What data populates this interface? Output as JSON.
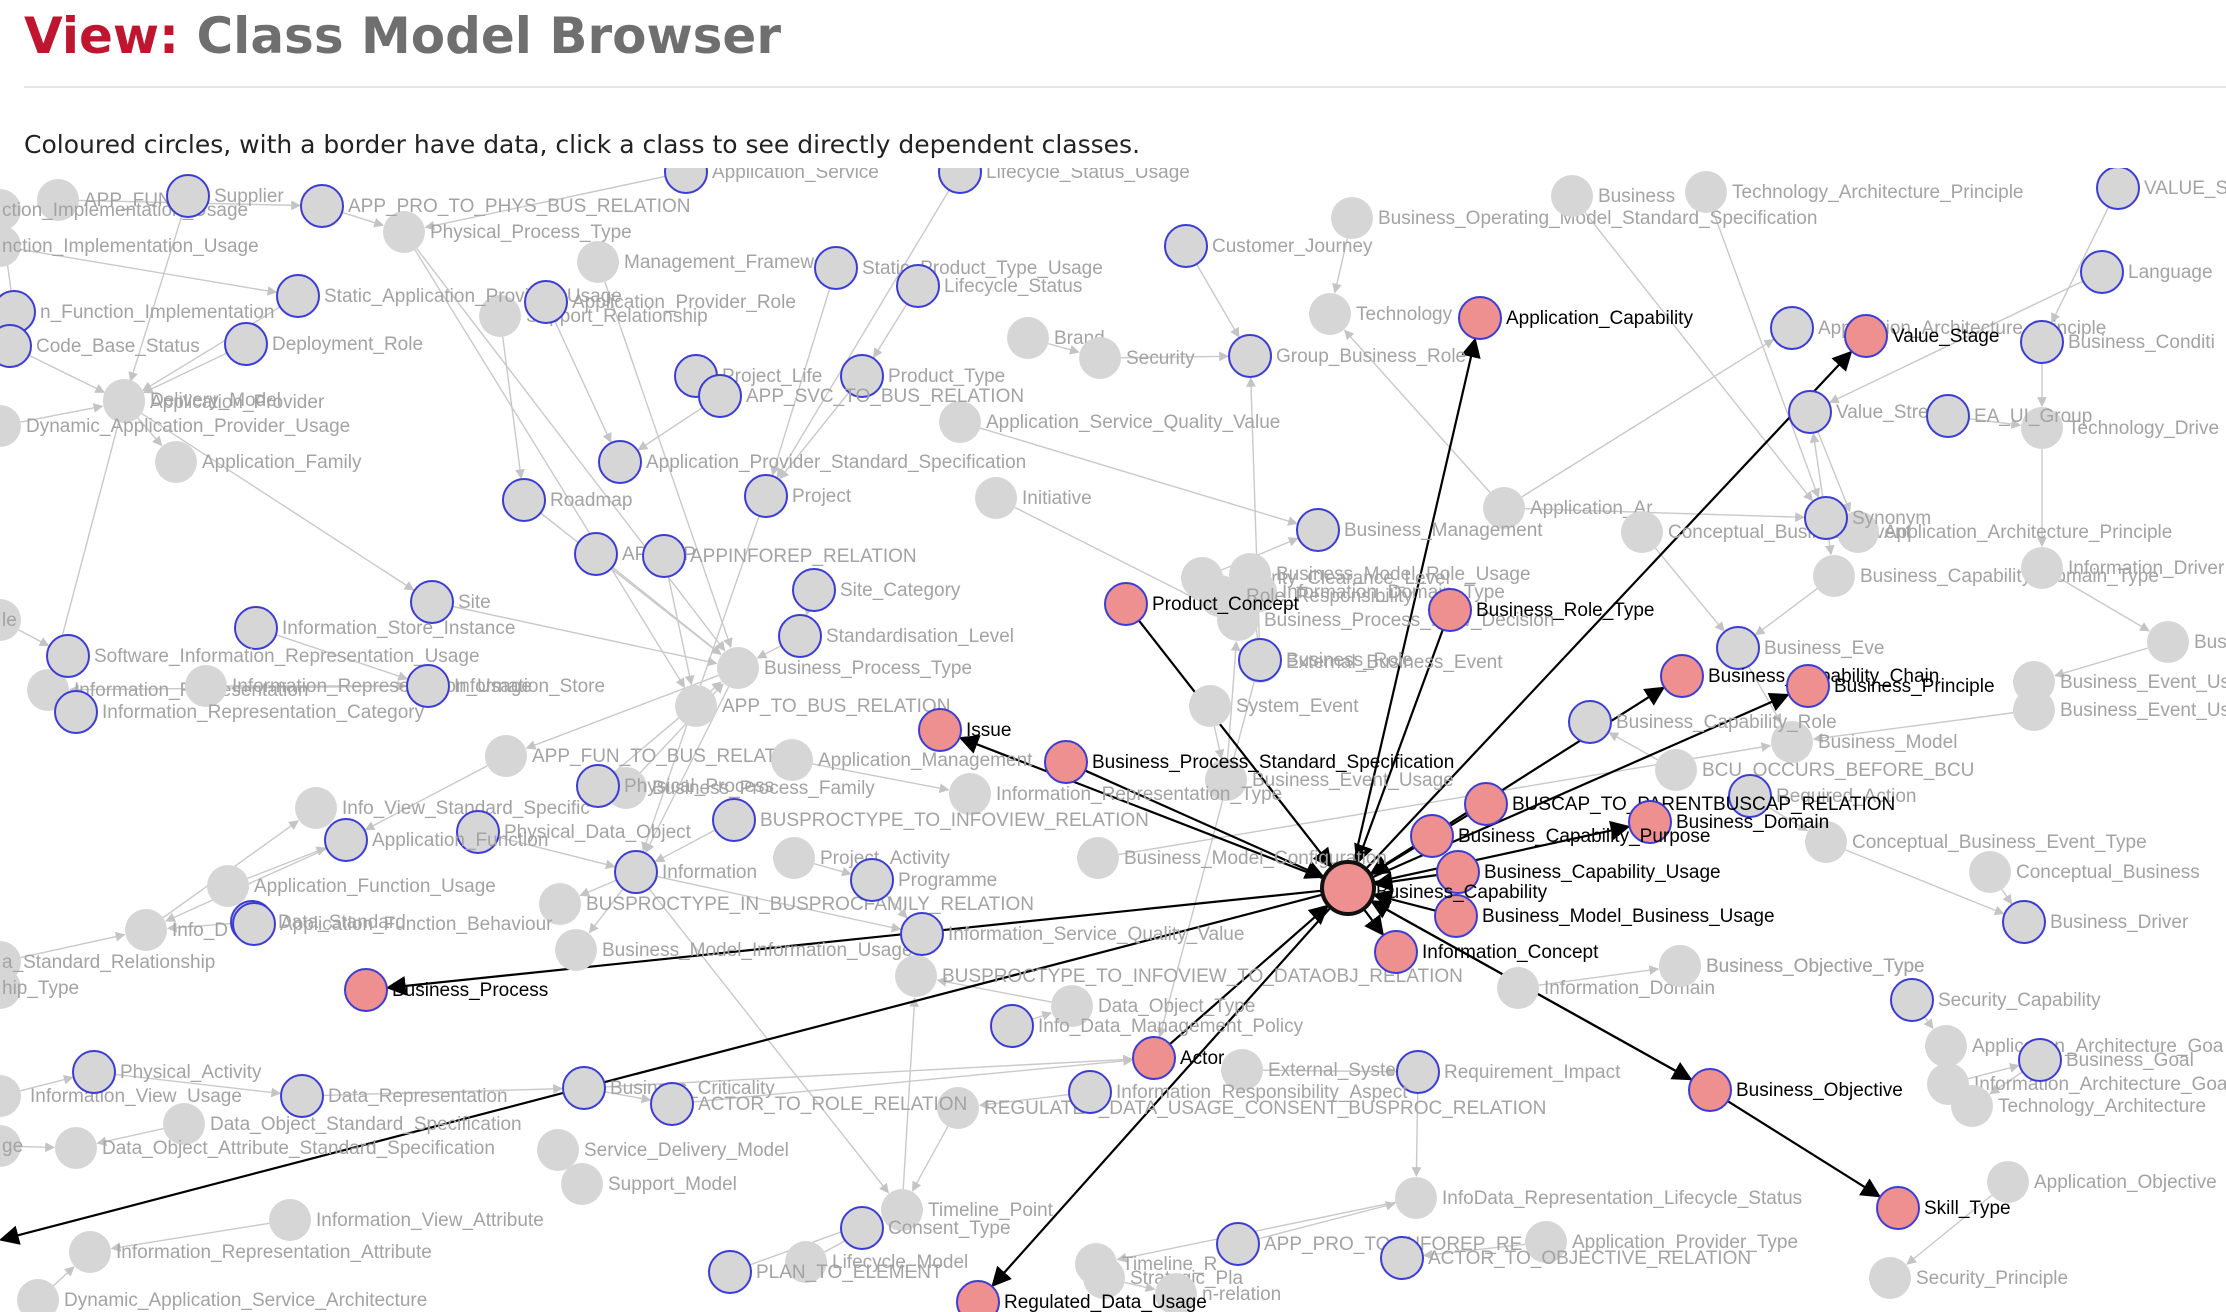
{
  "header": {
    "view_prefix": "View:",
    "view_name": "Class Model Browser",
    "instructions": "Coloured circles, with a border have data, click a class to see directly dependent classes."
  },
  "colors": {
    "accent": "#c0152f",
    "node_plain": "#d6d6d6",
    "node_border": "#3b3bd6",
    "node_selected": "#ee9090",
    "edge_muted": "#c9c9c9",
    "edge_active": "#000000"
  },
  "selected_class": "Business_Capability",
  "nodes": [
    {
      "id": "Business_Capability",
      "label": "Business_Capability",
      "state": "selected",
      "size": "xl"
    },
    {
      "id": "Application_Capability",
      "label": "Application_Capability",
      "state": "related"
    },
    {
      "id": "Value_Stage",
      "label": "Value_Stage",
      "state": "related"
    },
    {
      "id": "Product_Concept",
      "label": "Product_Concept",
      "state": "related"
    },
    {
      "id": "Business_Role_Type",
      "label": "Business_Role_Type",
      "state": "related"
    },
    {
      "id": "Business_Capability_Chain",
      "label": "Business_Capability_Chain",
      "state": "related"
    },
    {
      "id": "Business_Principle",
      "label": "Business_Principle",
      "state": "related"
    },
    {
      "id": "Issue",
      "label": "Issue",
      "state": "related"
    },
    {
      "id": "Business_Process_Standard_Specification",
      "label": "Business_Process_Standard_Specification",
      "state": "related"
    },
    {
      "id": "BUSCAP_TO_PARENTBUSCAP_RELATION",
      "label": "BUSCAP_TO_PARENTBUSCAP_RELATION",
      "state": "related"
    },
    {
      "id": "Business_Domain",
      "label": "Business_Domain",
      "state": "related"
    },
    {
      "id": "Business_Capability_Purpose",
      "label": "Business_Capability_Purpose",
      "state": "related"
    },
    {
      "id": "Business_Capability_Usage",
      "label": "Business_Capability_Usage",
      "state": "related"
    },
    {
      "id": "Business_Model_Business_Usage",
      "label": "Business_Model_Business_Usage",
      "state": "related"
    },
    {
      "id": "Information_Concept",
      "label": "Information_Concept",
      "state": "related"
    },
    {
      "id": "Business_Process",
      "label": "Business_Process",
      "state": "related"
    },
    {
      "id": "Actor",
      "label": "Actor",
      "state": "related"
    },
    {
      "id": "Business_Objective",
      "label": "Business_Objective",
      "state": "related"
    },
    {
      "id": "Skill_Type",
      "label": "Skill_Type",
      "state": "related"
    },
    {
      "id": "Regulated_Data_Usage",
      "label": "Regulated_Data_Usage",
      "state": "related"
    },
    {
      "id": "Application_Service",
      "label": "Application_Service",
      "state": "data"
    },
    {
      "id": "Lifecycle_Status_Usage",
      "label": "Lifecycle_Status_Usage",
      "state": "data"
    },
    {
      "id": "VALUE_S",
      "label": "VALUE_S",
      "state": "data"
    },
    {
      "id": "APP_FUN",
      "label": "APP_FUN",
      "state": "plain"
    },
    {
      "id": "Supplier",
      "label": "Supplier",
      "state": "data"
    },
    {
      "id": "APP_PRO_TO_PHYS_BUS_RELATION",
      "label": "APP_PRO_TO_PHYS_BUS_RELATION",
      "state": "data"
    },
    {
      "id": "Physical_Process_Type",
      "label": "Physical_Process_Type",
      "state": "plain"
    },
    {
      "id": "Business_Operating_Model_Standard_Specification",
      "label": "Business_Operating_Model_Standard_Specification",
      "state": "plain"
    },
    {
      "id": "Business",
      "label": "Business",
      "state": "plain"
    },
    {
      "id": "Technology_Architecture_Principle",
      "label": "Technology_Architecture_Principle",
      "state": "plain"
    },
    {
      "id": "Function_Implementation_Usage",
      "label": "ction_Implementation_Usage",
      "state": "plain"
    },
    {
      "id": "Function_Implementation_Usage_2",
      "label": "nction_Implementation_Usage",
      "state": "plain"
    },
    {
      "id": "Customer_Journey",
      "label": "Customer_Journey",
      "state": "data"
    },
    {
      "id": "Management_Framework",
      "label": "Management_Framework",
      "state": "plain"
    },
    {
      "id": "Static_Product_Type_Usage",
      "label": "Static_Product_Type_Usage",
      "state": "data"
    },
    {
      "id": "Language",
      "label": "Language",
      "state": "data"
    },
    {
      "id": "Function_Implementation",
      "label": "n_Function_Implementation",
      "state": "data"
    },
    {
      "id": "Static_Application_Provider_Usage",
      "label": "Static_Application_Provider_Usage",
      "state": "data"
    },
    {
      "id": "Lifecycle_Status",
      "label": "Lifecycle_Status",
      "state": "data"
    },
    {
      "id": "Application_Provider_Role",
      "label": "Application_Provider_Role",
      "state": "data"
    },
    {
      "id": "Supplier_Support_Relationship",
      "label": "Support_Relationship",
      "state": "plain"
    },
    {
      "id": "Technology",
      "label": "Technology",
      "state": "plain"
    },
    {
      "id": "Application_Architecture_Principle",
      "label": "Application_Architecture_Principle",
      "state": "data"
    },
    {
      "id": "Business_Condition",
      "label": "Business_Conditi",
      "state": "data"
    },
    {
      "id": "Code_Base_Status",
      "label": "Code_Base_Status",
      "state": "data"
    },
    {
      "id": "Deployment_Role",
      "label": "Deployment_Role",
      "state": "data"
    },
    {
      "id": "Brand",
      "label": "Brand",
      "state": "plain"
    },
    {
      "id": "Security",
      "label": "Security",
      "state": "plain"
    },
    {
      "id": "Group_Business_Role",
      "label": "Group_Business_Role",
      "state": "data"
    },
    {
      "id": "Delivery_Model",
      "label": "Delivery_Model",
      "state": "plain"
    },
    {
      "id": "Application_Provider",
      "label": "Application_Provider",
      "state": "plain"
    },
    {
      "id": "Project_Lifecycle_Status",
      "label": "Project_Life",
      "state": "data"
    },
    {
      "id": "Product_Type",
      "label": "Product_Type",
      "state": "data"
    },
    {
      "id": "APP_SVC_TO_BUS_RELATION",
      "label": "APP_SVC_TO_BUS_RELATION",
      "state": "data"
    },
    {
      "id": "Value_Stream",
      "label": "Value_Stre",
      "state": "data"
    },
    {
      "id": "EA_UI_Group",
      "label": "EA_UI_Group",
      "state": "data"
    },
    {
      "id": "Technology_Drive",
      "label": "Technology_Drive",
      "state": "plain"
    },
    {
      "id": "Dynamic_Application_Provider_Usage",
      "label": "Dynamic_Application_Provider_Usage",
      "state": "plain"
    },
    {
      "id": "Application_Service_Quality_Value",
      "label": "Application_Service_Quality_Value",
      "state": "plain"
    },
    {
      "id": "Application_Family",
      "label": "Application_Family",
      "state": "plain"
    },
    {
      "id": "Application_Provider_Standard_Specification",
      "label": "Application_Provider_Standard_Specification",
      "state": "data"
    },
    {
      "id": "Roadmap",
      "label": "Roadmap",
      "state": "data"
    },
    {
      "id": "Project",
      "label": "Project",
      "state": "data"
    },
    {
      "id": "Initiative",
      "label": "Initiative",
      "state": "plain"
    },
    {
      "id": "Application_Architecture",
      "label": "Application_Ar",
      "state": "plain"
    },
    {
      "id": "Synonym",
      "label": "Synonym",
      "state": "data"
    },
    {
      "id": "Business_Management",
      "label": "Business_Management",
      "state": "data"
    },
    {
      "id": "Conceptual_Business_Event",
      "label": "Conceptual_Business_Event",
      "state": "plain"
    },
    {
      "id": "APP_APP_TO_BUS_RELATION",
      "label": "APP_AP",
      "state": "data"
    },
    {
      "id": "APPINFOREP_RELATION",
      "label": "APPINFOREP_RELATION",
      "state": "data"
    },
    {
      "id": "Security_Clearance_Level",
      "label": "Security_Clearance_Level",
      "state": "plain"
    },
    {
      "id": "Business_Model_Role_Usage",
      "label": "Business_Model_Role_Usage",
      "state": "plain"
    },
    {
      "id": "Information_Domain_Type",
      "label": "Information_Domain_Type",
      "state": "plain"
    },
    {
      "id": "Site",
      "label": "Site",
      "state": "data"
    },
    {
      "id": "Site_Category",
      "label": "Site_Category",
      "state": "data"
    },
    {
      "id": "Role_Responsibility",
      "label": "Role_Responsibility",
      "state": "plain"
    },
    {
      "id": "Business_Process_Flow_Decision",
      "label": "Business_Process_Flow_Decision",
      "state": "plain"
    },
    {
      "id": "Information_Store_Instance",
      "label": "Information_Store_Instance",
      "state": "data"
    },
    {
      "id": "Standardisation_Level",
      "label": "Standardisation_Level",
      "state": "data"
    },
    {
      "id": "Business_Role",
      "label": "Business_Role",
      "state": "data"
    },
    {
      "id": "External_Business_Event",
      "label": "External_Business_Event",
      "state": "plain"
    },
    {
      "id": "Business_Event",
      "label": "Business_Eve",
      "state": "data"
    },
    {
      "id": "Business_Event_Usage_In",
      "label": "Business_Event_Usage_In",
      "state": "plain"
    },
    {
      "id": "Software_Information_Representation_Usage",
      "label": "Software_Information_Representation_Usage",
      "state": "data"
    },
    {
      "id": "Business_Process_Type",
      "label": "Business_Process_Type",
      "state": "plain"
    },
    {
      "id": "Information_Representation",
      "label": "Information_Representation",
      "state": "plain"
    },
    {
      "id": "Information_Store",
      "label": "Information_Store",
      "state": "data"
    },
    {
      "id": "Business_Event_Usage_In_Process",
      "label": "Business_Event_Usage_In_Process",
      "state": "plain"
    },
    {
      "id": "Information_Representation_Category",
      "label": "Information_Representation_Category",
      "state": "data"
    },
    {
      "id": "APP_TO_BUS_RELATION",
      "label": "APP_TO_BUS_RELATION",
      "state": "plain"
    },
    {
      "id": "System_Event",
      "label": "System_Event",
      "state": "plain"
    },
    {
      "id": "Business_Event_Usage_In_Application",
      "label": "Business_Event_Usage_In_Applica",
      "state": "plain"
    },
    {
      "id": "Business_Capability_Role",
      "label": "Business_Capability_Role",
      "state": "data"
    },
    {
      "id": "Business_Model",
      "label": "Business_Model",
      "state": "plain"
    },
    {
      "id": "APP_FUN_TO_BUS_RELATION",
      "label": "APP_FUN_TO_BUS_RELAT",
      "state": "plain"
    },
    {
      "id": "Application_Management",
      "label": "Application_Management",
      "state": "plain"
    },
    {
      "id": "Business_Event_Usage",
      "label": "Business_Event_Usage",
      "state": "plain"
    },
    {
      "id": "BCU_OCCURS_BEFORE_BCU",
      "label": "BCU_OCCURS_BEFORE_BCU",
      "state": "plain"
    },
    {
      "id": "Physical_Process",
      "label": "Physical_Process",
      "state": "data"
    },
    {
      "id": "Business_Process_Family",
      "label": "Business_Process_Family",
      "state": "plain"
    },
    {
      "id": "Information_Representation_Type",
      "label": "Information_Representation_Type",
      "state": "plain"
    },
    {
      "id": "Required_Action",
      "label": "Required_Action",
      "state": "data"
    },
    {
      "id": "Info_View_Standard_Specification",
      "label": "Info_View_Standard_Specific",
      "state": "plain"
    },
    {
      "id": "Physical_Data_Object",
      "label": "Physical_Data_Object",
      "state": "data"
    },
    {
      "id": "BUSPROCTYPE_TO_INFOVIEW_RELATION",
      "label": "BUSPROCTYPE_TO_INFOVIEW_RELATION",
      "state": "data"
    },
    {
      "id": "Application_Function",
      "label": "Application_Function",
      "state": "data"
    },
    {
      "id": "Information_View",
      "label": "Information",
      "state": "data"
    },
    {
      "id": "Project_Activity",
      "label": "Project_Activity",
      "state": "plain"
    },
    {
      "id": "Business_Model_Configuration",
      "label": "Business_Model_Configuration",
      "state": "plain"
    },
    {
      "id": "Business_Objective_Type",
      "label": "Business_Objective_Type",
      "state": "plain"
    },
    {
      "id": "Conceptual_Business_Event_Type",
      "label": "Conceptual_Business_Event_Type",
      "state": "plain"
    },
    {
      "id": "Conceptual_Business",
      "label": "Conceptual_Business",
      "state": "plain"
    },
    {
      "id": "Application_Function_Usage",
      "label": "Application_Function_Usage",
      "state": "plain"
    },
    {
      "id": "Programme",
      "label": "Programme",
      "state": "data"
    },
    {
      "id": "BUSPROCTYPE_IN_BUSPROCFAMILY_RELATION",
      "label": "BUSPROCTYPE_IN_BUSPROCFAMILY_RELATION",
      "state": "plain"
    },
    {
      "id": "Info_Data_Standard",
      "label": "Info_D",
      "state": "plain"
    },
    {
      "id": "Data_Standard",
      "label": "Data_Standard",
      "state": "data"
    },
    {
      "id": "Application_Function_Behaviour",
      "label": "Application_Function_Behaviour",
      "state": "data"
    },
    {
      "id": "Information_Service_Quality_Value",
      "label": "Information_Service_Quality_Value",
      "state": "data"
    },
    {
      "id": "Business_Driver",
      "label": "Business_Driver",
      "state": "data"
    },
    {
      "id": "Data_Standard_Relationship",
      "label": "a_Standard_Relationship",
      "state": "plain"
    },
    {
      "id": "Relationship_Type",
      "label": "hip_Type",
      "state": "plain"
    },
    {
      "id": "Business_Model_Information_Usage",
      "label": "Business_Model_Information_Usage",
      "state": "plain"
    },
    {
      "id": "BUSPROCTYPE_TO_INFOVIEW_TO_DATAOBJ_RELATION",
      "label": "BUSPROCTYPE_TO_INFOVIEW_TO_DATAOBJ_RELATION",
      "state": "plain"
    },
    {
      "id": "Information_Domain",
      "label": "Information_Domain",
      "state": "plain"
    },
    {
      "id": "Information_Object",
      "label": "Business_Objective_Type",
      "state": "plain"
    },
    {
      "id": "Security_Capability",
      "label": "Security_Capability",
      "state": "data"
    },
    {
      "id": "Data_Object_Type",
      "label": "Data_Object_Type",
      "state": "plain"
    },
    {
      "id": "Info_Data_Management_Policy",
      "label": "Info_Data_Management_Policy",
      "state": "data"
    },
    {
      "id": "Application_Architecture_Goal",
      "label": "Application_Architecture_Goa",
      "state": "plain"
    },
    {
      "id": "Business_Goal",
      "label": "Business_Goal",
      "state": "data"
    },
    {
      "id": "Physical_Activity",
      "label": "Physical_Activity",
      "state": "data"
    },
    {
      "id": "External_System",
      "label": "External_System",
      "state": "plain"
    },
    {
      "id": "Requirement_Impact",
      "label": "Requirement_Impact",
      "state": "data"
    },
    {
      "id": "Information_View_Usage",
      "label": "Information_View_Usage",
      "state": "plain"
    },
    {
      "id": "Data_Representation",
      "label": "Data_Representation",
      "state": "data"
    },
    {
      "id": "Business_Criticality",
      "label": "Business_Criticality",
      "state": "data"
    },
    {
      "id": "Information_Architecture_Goal",
      "label": "Information_Architecture_Goa",
      "state": "plain"
    },
    {
      "id": "ACTOR_TO_ROLE_RELATION",
      "label": "ACTOR_TO_ROLE_RELATION",
      "state": "data"
    },
    {
      "id": "Information_Data_Responsibility_Aspect",
      "label": "Information_Responsibility_Aspect",
      "state": "data"
    },
    {
      "id": "Technology_Architecture_Goal",
      "label": "Technology_Architecture",
      "state": "plain"
    },
    {
      "id": "Data_Object_Standard_Specification",
      "label": "Data_Object_Standard_Specification",
      "state": "plain"
    },
    {
      "id": "REGULATED_DATA_USAGE_CONSENT_BUSPROC_RELATION",
      "label": "REGULATED_DATA_USAGE_CONSENT_BUSPROC_RELATION",
      "state": "plain"
    },
    {
      "id": "Data_Object_Attribute_Standard_Specification",
      "label": "Data_Object_Attribute_Standard_Specification",
      "state": "plain"
    },
    {
      "id": "Service_Delivery_Model",
      "label": "Service_Delivery_Model",
      "state": "plain"
    },
    {
      "id": "Support_Model",
      "label": "Support_Model",
      "state": "plain"
    },
    {
      "id": "Application_Objective",
      "label": "Application_Objective",
      "state": "plain"
    },
    {
      "id": "InfoData_Representation_Lifecycle_Status",
      "label": "InfoData_Representation_Lifecycle_Status",
      "state": "plain"
    },
    {
      "id": "Timeline_Point",
      "label": "Timeline_Point",
      "state": "plain"
    },
    {
      "id": "Information_View_Attribute",
      "label": "Information_View_Attribute",
      "state": "plain"
    },
    {
      "id": "Consent_Type",
      "label": "Consent_Type",
      "state": "data"
    },
    {
      "id": "APP_PRO_TO_INFOREP_RELATION",
      "label": "APP_PRO_TO_INFOREP_RE",
      "state": "data"
    },
    {
      "id": "Application_Provider_Type",
      "label": "Application_Provider_Type",
      "state": "plain"
    },
    {
      "id": "Information_Representation_Attribute",
      "label": "Information_Representation_Attribute",
      "state": "plain"
    },
    {
      "id": "Lifecycle_Model",
      "label": "Lifecycle_Model",
      "state": "plain"
    },
    {
      "id": "Timeline_Rel",
      "label": "Timeline_R",
      "state": "plain"
    },
    {
      "id": "ACTOR_TO_OBJECTIVE_RELATION",
      "label": "ACTOR_TO_OBJECTIVE_RELATION",
      "state": "data"
    },
    {
      "id": "Strategic_Plan",
      "label": "Strategic_Pla",
      "state": "plain"
    },
    {
      "id": "PLAN_TO_ELEMENT_RELATION",
      "label": "PLAN_TO_ELEMENT",
      "state": "data"
    },
    {
      "id": "Security_Principle",
      "label": "Security_Principle",
      "state": "plain"
    },
    {
      "id": "Dynamic_Application_Service_Architecture",
      "label": "Dynamic_Application_Service_Architecture",
      "state": "plain"
    },
    {
      "id": "Plan_relation",
      "label": "n-relation",
      "state": "plain"
    },
    {
      "id": "Business_Domain_Type",
      "label": "Business_Capability_Domain_Type",
      "state": "plain"
    },
    {
      "id": "Information_Driver",
      "label": "Information_Driver",
      "state": "plain"
    },
    {
      "id": "Information_Representation_Usage",
      "label": "Information_Representation_Usage",
      "state": "plain"
    },
    {
      "id": "Business_Capability_Domain_Type_2",
      "label": "Application_Architecture_Principle",
      "state": "plain"
    },
    {
      "id": "Data_Object_Usage",
      "label": "le",
      "state": "plain"
    },
    {
      "id": "Age",
      "label": "ge",
      "state": "plain"
    }
  ]
}
